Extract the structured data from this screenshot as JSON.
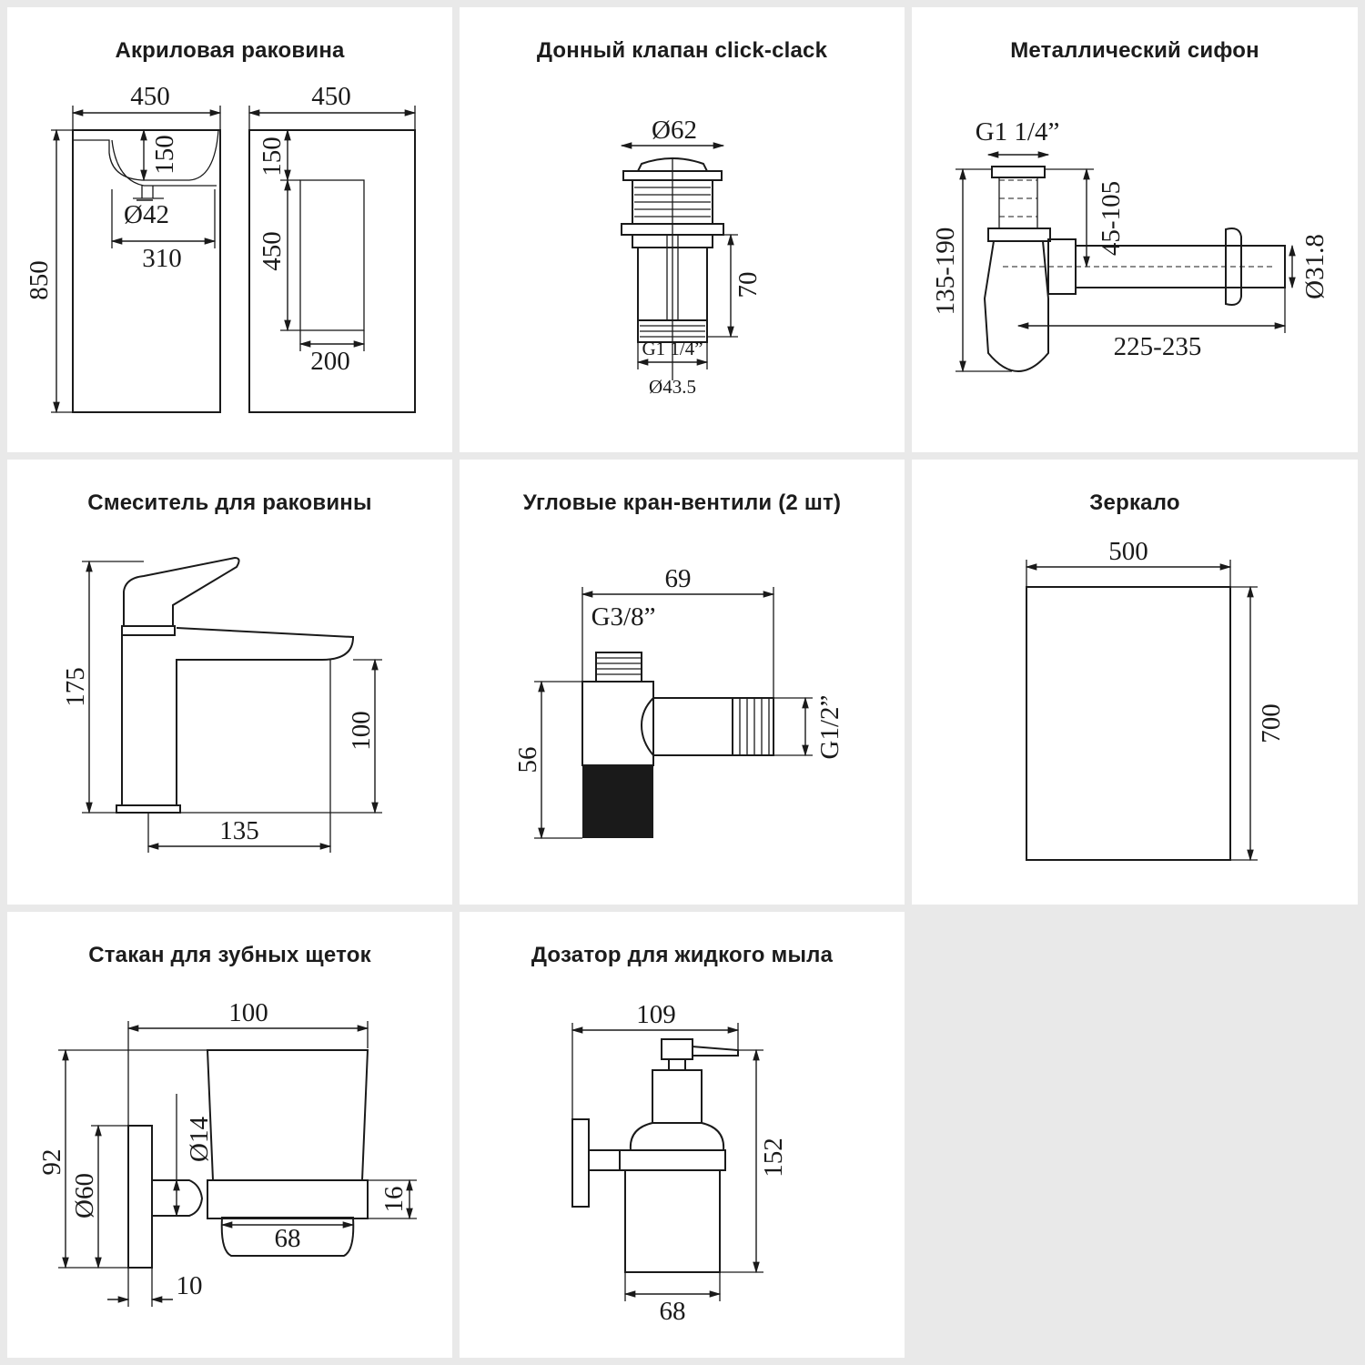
{
  "panels": {
    "sink": {
      "title": "Акриловая раковина",
      "dims": {
        "w1": "450",
        "w2": "450",
        "h": "850",
        "bowl_depth": "150",
        "drain": "Ø42",
        "bowl_width": "310",
        "side_top": "150",
        "side_h": "450",
        "side_w": "200"
      }
    },
    "valve": {
      "title": "Донный клапан click-clack",
      "dims": {
        "top": "Ø62",
        "h": "70",
        "thread": "G1 1/4”",
        "bottom": "Ø43.5"
      }
    },
    "siphon": {
      "title": "Металлический сифон",
      "dims": {
        "thread": "G1 1/4”",
        "h_total": "135-190",
        "h_adj": "45-105",
        "pipe_d": "Ø31.8",
        "len": "225-235"
      }
    },
    "mixer": {
      "title": "Смеситель для раковины",
      "dims": {
        "h": "175",
        "spout_h": "100",
        "spout_len": "135"
      }
    },
    "angle_valve": {
      "title": "Угловые кран-вентили (2 шт)",
      "dims": {
        "w": "69",
        "in_thread": "G3/8”",
        "out_thread": "G1/2”",
        "h": "56"
      }
    },
    "mirror": {
      "title": "Зеркало",
      "dims": {
        "w": "500",
        "h": "700"
      }
    },
    "cup": {
      "title": "Стакан для зубных щеток",
      "dims": {
        "w": "100",
        "h": "92",
        "base": "Ø60",
        "rod": "Ø14",
        "ring": "16",
        "cup_bottom": "68",
        "plate": "10"
      }
    },
    "dispenser": {
      "title": "Дозатор для жидкого мыла",
      "dims": {
        "w": "109",
        "h": "152",
        "bottom": "68"
      }
    }
  }
}
